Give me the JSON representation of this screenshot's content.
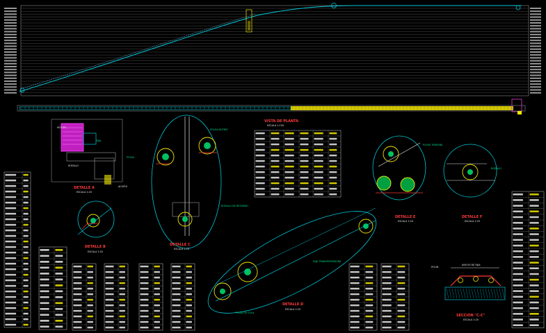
{
  "colors": {
    "background": "#000000",
    "line_grey": "#8a8a8a",
    "cyan": "#00c8d8",
    "yellow": "#f5e900",
    "red": "#ff3b3b",
    "magenta": "#e040e0",
    "green": "#00c060",
    "white": "#e8e8e8"
  },
  "views": {
    "plan_title": "VISTA DE PLANTA",
    "plan_scale": "ESCALA 1:150"
  },
  "details": [
    {
      "id": "A",
      "title": "DETALLE A",
      "scale": "ESCALA 1:20"
    },
    {
      "id": "B",
      "title": "DETALLE B",
      "scale": "ESCALA 1:20"
    },
    {
      "id": "C",
      "title": "DETALLE C",
      "scale": "ESCALA 1:20"
    },
    {
      "id": "D",
      "title": "DETALLE D",
      "scale": "ESCALA 1:20"
    },
    {
      "id": "E",
      "title": "DETALLE E",
      "scale": "ESCALA 1:20"
    },
    {
      "id": "F",
      "title": "DETALLE F",
      "scale": "ESCALA 1:20"
    }
  ],
  "section": {
    "title": "SECCION \"C-C\"",
    "scale": "ESCALA 1:20"
  },
  "annotations": {
    "a_motor": "MOTOR",
    "a_faja": "FAJA",
    "a_polea": "POLEA",
    "a_rodillo": "RODILLO",
    "a_acople": "ACOPLE",
    "c_polea_motriz": "POLEA MOTRIZ",
    "c_rodillo": "RODILLO DE RETORNO",
    "d_faja": "FAJA TRANSPORTADORA",
    "d_polea": "POLEA DE COLA",
    "e_polea": "POLEA TENSORA",
    "f_rodillo": "RODILLO",
    "cc_ancho": "ANCHO DE FAJA",
    "cc_polin": "POLIN"
  }
}
